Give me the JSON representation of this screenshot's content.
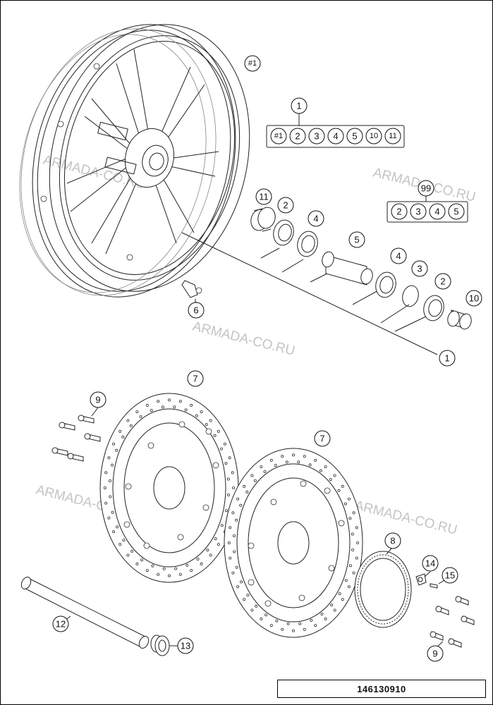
{
  "callouts": {
    "hash1": "#1",
    "c1_top": "1",
    "c1_bottom": "1",
    "c2_a": "2",
    "c2_b": "2",
    "c3": "3",
    "c4_a": "4",
    "c4_b": "4",
    "c5": "5",
    "c6": "6",
    "c7_a": "7",
    "c7_b": "7",
    "c8": "8",
    "c9_a": "9",
    "c9_b": "9",
    "c10": "10",
    "c11": "11",
    "c12": "12",
    "c13": "13",
    "c14": "14",
    "c15": "15",
    "c99": "99"
  },
  "kit1": [
    "#1",
    "2",
    "3",
    "4",
    "5",
    "10",
    "11"
  ],
  "kit99": [
    "2",
    "3",
    "4",
    "5"
  ],
  "watermarks": [
    "ARMADA-CO.RU",
    "ARMADA-CO.RU",
    "ARMADA-CO.RU",
    "ARMADA-CO.RU",
    "ARMADA-CO.RU"
  ],
  "doc_number": "146130910"
}
